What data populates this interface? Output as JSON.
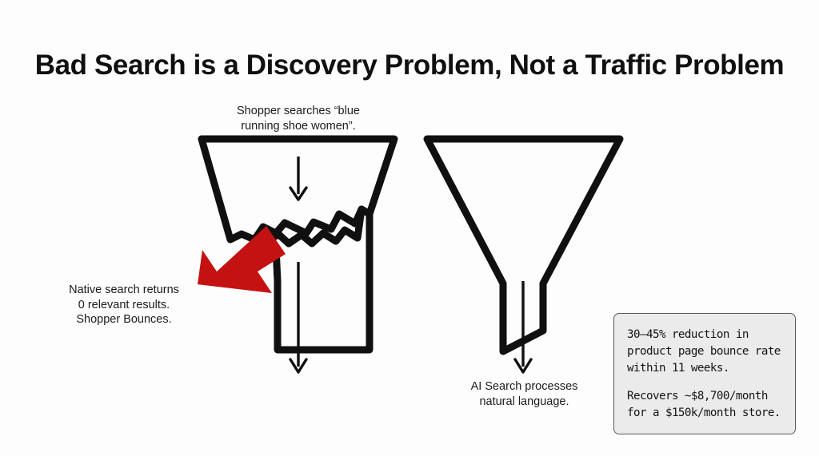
{
  "slide": {
    "title": "Bad Search is a Discovery Problem, Not a Traffic Problem",
    "background_color": "#fdfdfd"
  },
  "colors": {
    "ink": "#101010",
    "arrow_red": "#c41111",
    "box_fill": "#ebebeb",
    "box_border": "#5a5a5a"
  },
  "annotations": {
    "query_note": "Shopper searches “blue\nrunning shoe women”.",
    "failure_note": "Native search returns\n0 relevant results.\nShopper Bounces.",
    "ai_note": "AI Search processes\nnatural language."
  },
  "figures": {
    "broken_funnel_label": "broken-funnel",
    "intact_funnel_label": "intact-funnel",
    "red_arrow_label": "bounce-arrow"
  },
  "stat_box": {
    "paragraph_1": "30–45% reduction in\nproduct page bounce rate\nwithin 11  weeks.",
    "paragraph_2": "Recovers ~$8,700/month\nfor a $150k/month store."
  }
}
